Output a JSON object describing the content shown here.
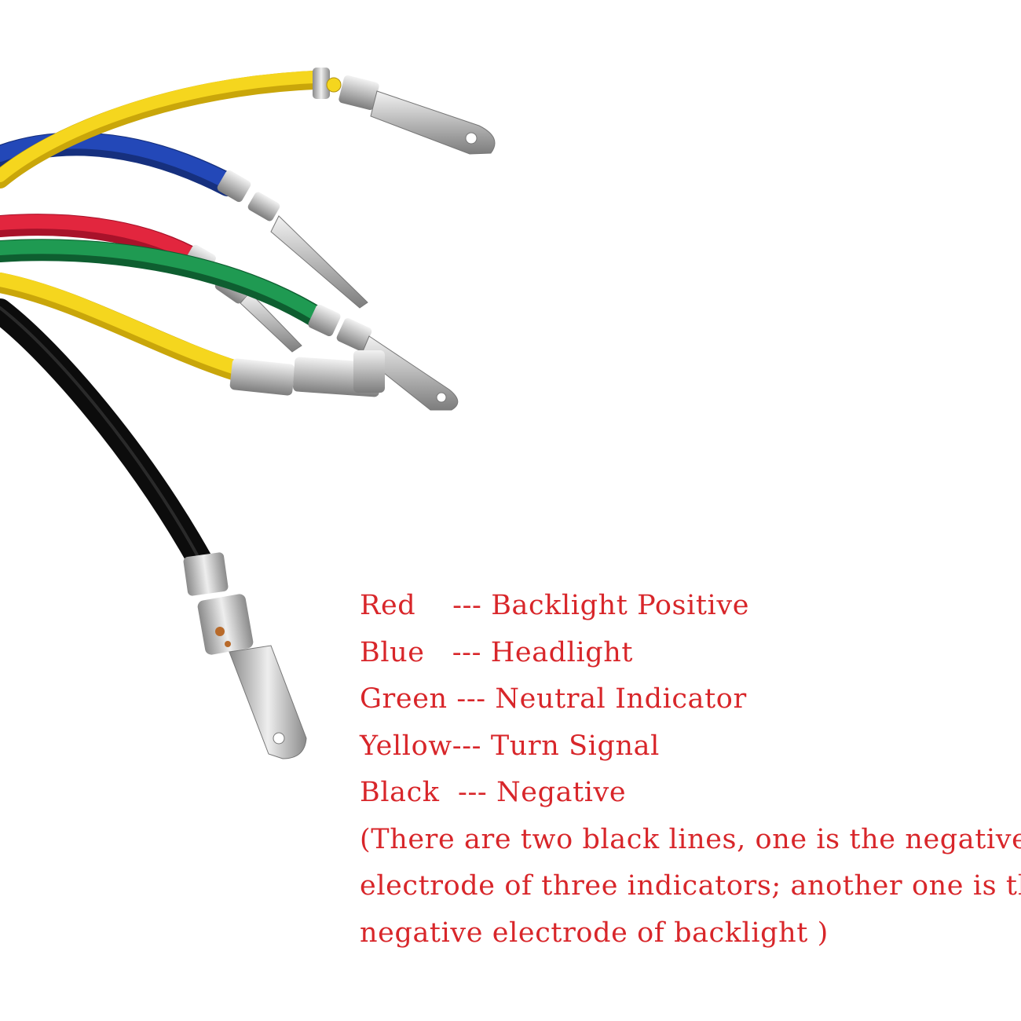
{
  "legend": {
    "rows": [
      {
        "color_name": "Red",
        "sep": "    --- ",
        "meaning": "Backlight Positive"
      },
      {
        "color_name": "Blue",
        "sep": "   --- ",
        "meaning": "Headlight"
      },
      {
        "color_name": "Green",
        "sep": " --- ",
        "meaning": "Neutral Indicator"
      },
      {
        "color_name": "Yellow",
        "sep": "--- ",
        "meaning": "Turn Signal"
      },
      {
        "color_name": "Black",
        "sep": "  --- ",
        "meaning": "Negative"
      }
    ],
    "note_lines": [
      "(There are two black lines, one is the negative",
      "electrode of three indicators; another one is the",
      "negative electrode of backlight )"
    ]
  },
  "colors": {
    "text": "#d8262a",
    "yellow": "#f2d21a",
    "blue": "#1f3fa8",
    "red": "#d8203a",
    "green": "#1a8a4a",
    "black": "#141414",
    "metal": "#c9c9c9"
  }
}
